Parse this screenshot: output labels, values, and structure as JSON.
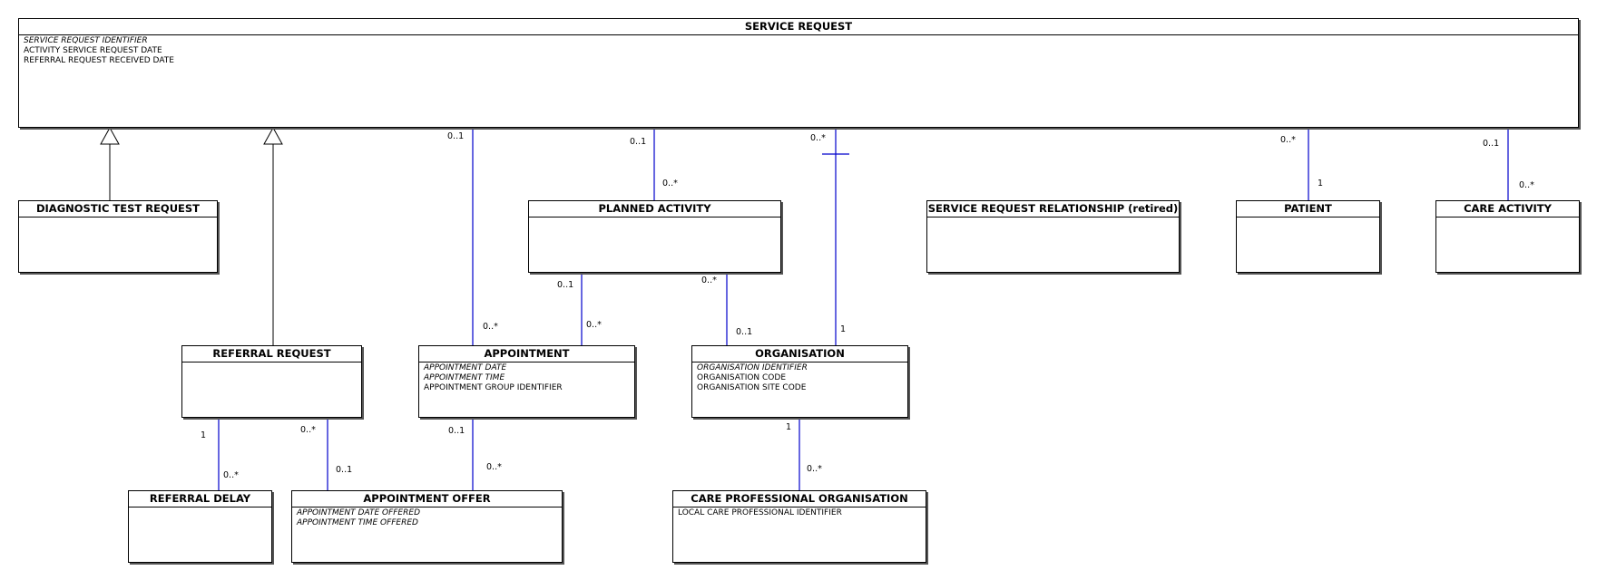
{
  "entities": {
    "service_request": {
      "title": "SERVICE REQUEST",
      "attributes": [
        {
          "text": "SERVICE REQUEST IDENTIFIER",
          "italic": true
        },
        {
          "text": "ACTIVITY SERVICE REQUEST DATE",
          "italic": false
        },
        {
          "text": "REFERRAL REQUEST RECEIVED DATE",
          "italic": false
        }
      ]
    },
    "diagnostic_test_request": {
      "title": "DIAGNOSTIC TEST REQUEST",
      "attributes": []
    },
    "planned_activity": {
      "title": "PLANNED ACTIVITY",
      "attributes": []
    },
    "service_request_relationship": {
      "title": "SERVICE REQUEST RELATIONSHIP (retired)",
      "attributes": []
    },
    "patient": {
      "title": "PATIENT",
      "attributes": []
    },
    "care_activity": {
      "title": "CARE ACTIVITY",
      "attributes": []
    },
    "referral_request": {
      "title": "REFERRAL REQUEST",
      "attributes": []
    },
    "appointment": {
      "title": "APPOINTMENT",
      "attributes": [
        {
          "text": "APPOINTMENT DATE",
          "italic": true
        },
        {
          "text": "APPOINTMENT TIME",
          "italic": true
        },
        {
          "text": "APPOINTMENT GROUP IDENTIFIER",
          "italic": false
        }
      ]
    },
    "organisation": {
      "title": "ORGANISATION",
      "attributes": [
        {
          "text": "ORGANISATION IDENTIFIER",
          "italic": true
        },
        {
          "text": "ORGANISATION CODE",
          "italic": false
        },
        {
          "text": "ORGANISATION SITE CODE",
          "italic": false
        }
      ]
    },
    "referral_delay": {
      "title": "REFERRAL DELAY",
      "attributes": []
    },
    "appointment_offer": {
      "title": "APPOINTMENT OFFER",
      "attributes": [
        {
          "text": "APPOINTMENT DATE OFFERED",
          "italic": true
        },
        {
          "text": "APPOINTMENT TIME OFFERED",
          "italic": true
        }
      ]
    },
    "care_professional_organisation": {
      "title": "CARE PROFESSIONAL ORGANISATION",
      "attributes": [
        {
          "text": "LOCAL CARE PROFESSIONAL IDENTIFIER",
          "italic": false
        }
      ]
    }
  },
  "relationships": [
    {
      "from": "service_request",
      "to": "appointment",
      "from_mult": "0..1",
      "to_mult": "0..*"
    },
    {
      "from": "service_request",
      "to": "planned_activity",
      "from_mult": "0..1",
      "to_mult": "0..*"
    },
    {
      "from": "service_request",
      "to": "organisation",
      "from_mult": "0..*",
      "to_mult": "1"
    },
    {
      "from": "service_request",
      "to": "patient",
      "from_mult": "0..*",
      "to_mult": "1"
    },
    {
      "from": "service_request",
      "to": "care_activity",
      "from_mult": "0..1",
      "to_mult": "0..*"
    },
    {
      "from": "planned_activity",
      "to": "appointment",
      "from_mult": "0..1",
      "to_mult": "0..*"
    },
    {
      "from": "planned_activity",
      "to": "organisation",
      "from_mult": "0..*",
      "to_mult": "0..1"
    },
    {
      "from": "referral_request",
      "to": "referral_delay",
      "from_mult": "1",
      "to_mult": "0..*"
    },
    {
      "from": "referral_request",
      "to": "appointment_offer",
      "from_mult": "0..*",
      "to_mult": "0..1"
    },
    {
      "from": "appointment",
      "to": "appointment_offer",
      "from_mult": "0..1",
      "to_mult": "0..*"
    },
    {
      "from": "organisation",
      "to": "care_professional_organisation",
      "from_mult": "1",
      "to_mult": "0..*"
    }
  ],
  "generalizations": [
    {
      "child": "diagnostic_test_request",
      "parent": "service_request"
    },
    {
      "child": "referral_request",
      "parent": "service_request"
    }
  ],
  "colors": {
    "association": "#0000cc",
    "generalization": "#000000",
    "border": "#000000",
    "shadow": "#555555"
  }
}
